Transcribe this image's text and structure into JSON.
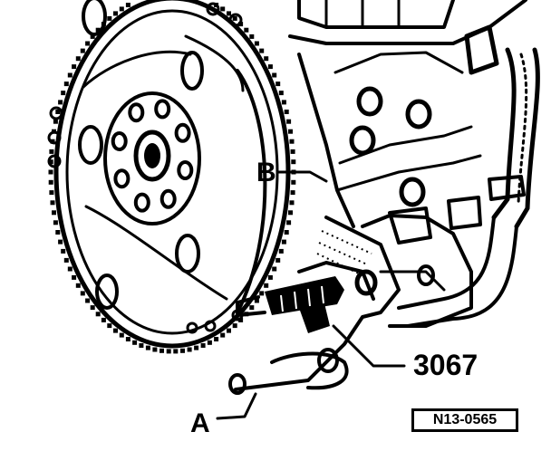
{
  "labels": {
    "callout_a": "A",
    "callout_b": "B",
    "tool_number": "3067"
  },
  "figure_ref": "N13-0565"
}
